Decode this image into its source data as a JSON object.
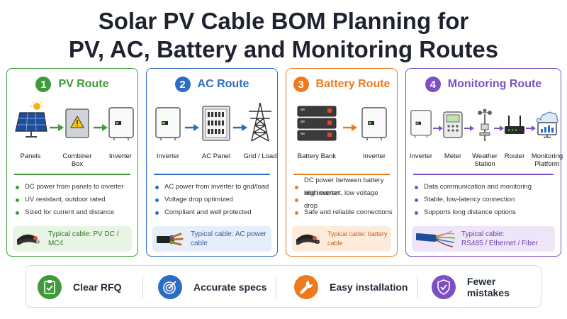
{
  "title_line1": "Solar PV Cable BOM Planning for",
  "title_line2": "PV, AC, Battery and Monitoring Routes",
  "colors": {
    "pv": "#3f9a3a",
    "ac": "#2b6cc4",
    "battery": "#ef7a1e",
    "monitoring": "#7c4fc4"
  },
  "routes": [
    {
      "number": "1",
      "title": "PV Route",
      "devices": [
        "Panels",
        "Combiner Box",
        "Inverter"
      ],
      "bullets": [
        "DC power from panels to inverter",
        "UV resistant, outdoor rated",
        "Sized for current and distance"
      ],
      "cable_line1": "Typical cable: PV DC / MC4",
      "cable_line2": ""
    },
    {
      "number": "2",
      "title": "AC Route",
      "devices": [
        "Inverter",
        "AC Panel",
        "Grid / Load"
      ],
      "bullets": [
        "AC power from inverter to grid/load",
        "Voltage drop optimized",
        "Compliant and well protected"
      ],
      "cable_line1": "Typical cable: AC power cable",
      "cable_line2": ""
    },
    {
      "number": "3",
      "title": "Battery Route",
      "devices": [
        "Battery Bank",
        "Inverter"
      ],
      "bullets": [
        "DC power between battery and inverter",
        "High current, low voltage drop",
        "Safe and reliable connections"
      ],
      "cable_line1": "Typical cable: battery cable",
      "cable_line2": ""
    },
    {
      "number": "4",
      "title": "Monitoring Route",
      "devices": [
        "Inverter",
        "Meter",
        "Weather Station",
        "Router",
        "Monitoring Platform"
      ],
      "bullets": [
        "Data communication and monitoring",
        "Stable, low-latency connection",
        "Supports long distance options"
      ],
      "cable_line1": "Typical cable:",
      "cable_line2": "RS485 / Ethernet / Fiber"
    }
  ],
  "benefits": [
    {
      "label": "Clear RFQ",
      "icon": "clipboard-check-icon",
      "color": "#3f9a3a"
    },
    {
      "label": "Accurate specs",
      "icon": "target-icon",
      "color": "#2b6cc4"
    },
    {
      "label": "Easy installation",
      "icon": "wrench-icon",
      "color": "#ef7a1e"
    },
    {
      "label": "Fewer mistakes",
      "icon": "shield-check-icon",
      "color": "#7c4fc4"
    }
  ]
}
